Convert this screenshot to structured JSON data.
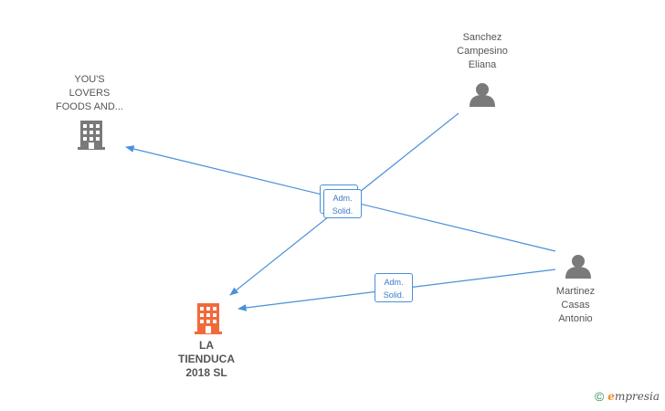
{
  "nodes": {
    "youslovers": {
      "label": "YOU'S\nLOVERS\nFOODS AND...",
      "kind": "company"
    },
    "sanchez": {
      "label": "Sanchez\nCampesino\nEliana",
      "kind": "person"
    },
    "martinez": {
      "label": "Martinez\nCasas\nAntonio",
      "kind": "person"
    },
    "latienduca": {
      "label": "LA\nTIENDUCA\n2018  SL",
      "kind": "company-focus"
    }
  },
  "edges": {
    "box_a": "Adm.\nSolid.",
    "box_b": "Adm.\nSolid."
  },
  "colors": {
    "edge": "#4a90d9",
    "company": "#7a7a7a",
    "focus": "#f2693a",
    "person": "#7a7a7a"
  },
  "credit": {
    "copyright": "©",
    "brand_initial": "e",
    "brand_rest": "mpresia"
  }
}
